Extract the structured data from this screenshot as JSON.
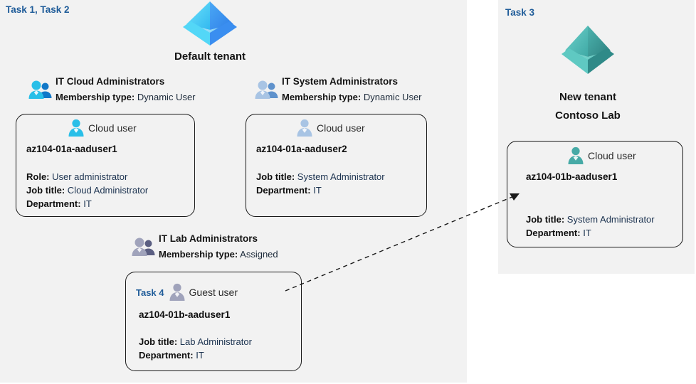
{
  "panels": {
    "left": {
      "task_tag": "Task 1, Task 2"
    },
    "right": {
      "task_tag": "Task 3"
    }
  },
  "tenants": [
    {
      "id": "default-tenant",
      "label": "Default tenant",
      "icon": "azure-ad-tenant-icon",
      "color": "#3aa0f3"
    },
    {
      "id": "new-tenant",
      "label_line1": "New  tenant",
      "label_line2": "Contoso Lab",
      "icon": "azure-ad-tenant-icon",
      "color": "#45b5b0"
    }
  ],
  "groups": [
    {
      "id": "it-cloud-administrators",
      "icon": "group-users-icon",
      "title": "IT Cloud Administrators",
      "membership_label": "Membership type:",
      "membership_value": "Dynamic User"
    },
    {
      "id": "it-system-administrators",
      "icon": "group-users-icon",
      "title": "IT System Administrators",
      "membership_label": "Membership type:",
      "membership_value": "Dynamic User"
    },
    {
      "id": "it-lab-administrators",
      "icon": "group-users-icon",
      "title": "IT Lab Administrators",
      "membership_label": "Membership type:",
      "membership_value": "Assigned"
    }
  ],
  "users": [
    {
      "id": "az104-01a-aaduser1",
      "task_tag": "",
      "icon": "cloud-user-icon",
      "user_type": "Cloud user",
      "name": "az104-01a-aaduser1",
      "props": [
        {
          "label": "Role:",
          "value": "User administrator"
        },
        {
          "label": "Job title:",
          "value": "Cloud Administrator"
        },
        {
          "label": "Department:",
          "value": "IT"
        }
      ]
    },
    {
      "id": "az104-01a-aaduser2",
      "task_tag": "",
      "icon": "cloud-user-icon",
      "user_type": "Cloud user",
      "name": "az104-01a-aaduser2",
      "props": [
        {
          "label": "Job title:",
          "value": "System Administrator"
        },
        {
          "label": "Department:",
          "value": "IT"
        }
      ]
    },
    {
      "id": "az104-01b-aaduser1-guest",
      "task_tag": "Task 4",
      "icon": "guest-user-icon",
      "user_type": "Guest user",
      "name": "az104-01b-aaduser1",
      "props": [
        {
          "label": "Job title:",
          "value": "Lab Administrator"
        },
        {
          "label": "Department:",
          "value": "IT"
        }
      ]
    },
    {
      "id": "az104-01b-aaduser1-cloud",
      "task_tag": "",
      "icon": "cloud-user-icon",
      "user_type": "Cloud user",
      "name": "az104-01b-aaduser1",
      "props": [
        {
          "label": "Job title:",
          "value": "System Administrator"
        },
        {
          "label": "Department:",
          "value": "IT"
        }
      ]
    }
  ],
  "connector": {
    "id": "guest-invite-arrow",
    "style": "dashed-arrow",
    "from": "az104-01b-aaduser1-guest",
    "to": "az104-01b-aaduser1-cloud"
  },
  "colors": {
    "panel_bg": "#f2f2f2",
    "task_tag": "#1f5c99",
    "value_text": "#1c3350",
    "label_text": "#0f0f0f",
    "border": "#1a1a1a",
    "tenant_blue": "#3aa0f3",
    "tenant_teal": "#45b5b0"
  }
}
